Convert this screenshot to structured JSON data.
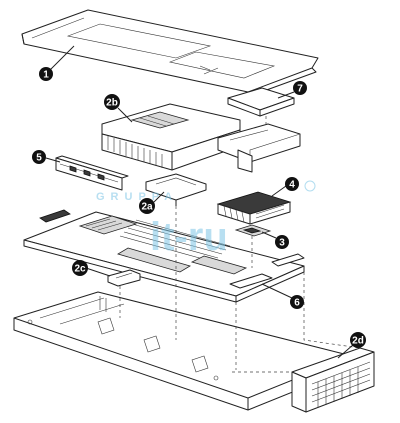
{
  "callouts": [
    {
      "id": "1",
      "label": "1"
    },
    {
      "id": "2b",
      "label": "2b"
    },
    {
      "id": "7",
      "label": "7"
    },
    {
      "id": "5",
      "label": "5"
    },
    {
      "id": "4",
      "label": "4"
    },
    {
      "id": "2a",
      "label": "2a"
    },
    {
      "id": "3",
      "label": "3"
    },
    {
      "id": "2c",
      "label": "2c"
    },
    {
      "id": "6",
      "label": "6"
    },
    {
      "id": "2d",
      "label": "2d"
    }
  ],
  "watermark": {
    "brand_letters": "GRUPPA",
    "site": "it-ru"
  },
  "colors": {
    "callout_fill": "#111111",
    "line": "#222222",
    "watermark": "#7fc6e6"
  }
}
